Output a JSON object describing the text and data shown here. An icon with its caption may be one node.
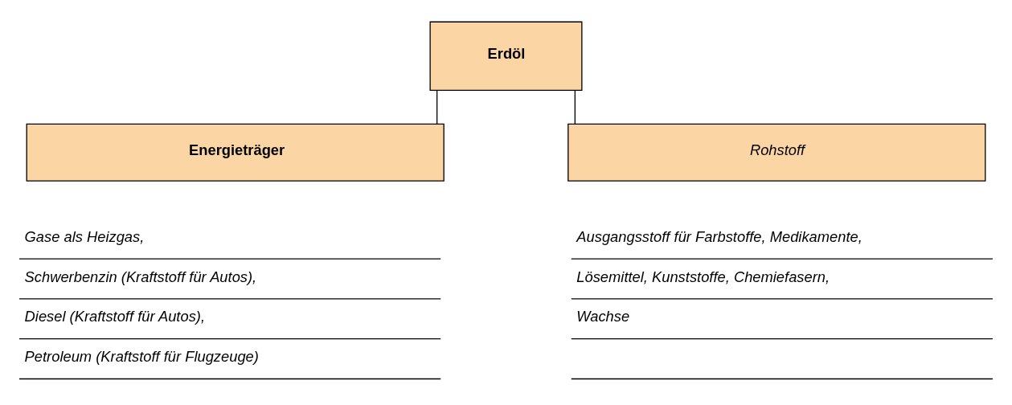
{
  "diagram": {
    "nodes": [
      {
        "text": [
          "Erdöl"
        ]
      },
      {
        "text": [
          "Energieträger"
        ]
      },
      {
        "text": [
          "Rohstoff"
        ]
      }
    ],
    "edges": [
      {
        "from": 0,
        "to": 1,
        "arrow": "none"
      },
      {
        "from": 0,
        "to": 2,
        "arrow": "none"
      }
    ],
    "labels": [
      "Gase als Heizgas,",
      "Schwerbenzin (Kraftstoff für Autos),",
      "Diesel (Kraftstoff für Autos),",
      "Petroleum (Kraftstoff für Flugzeuge)",
      "Ausgangsstoff für Farbstoffe, Medikamente,",
      "Lösemittel, Kunststoffe, Chemiefasern,",
      "Wachse"
    ]
  }
}
